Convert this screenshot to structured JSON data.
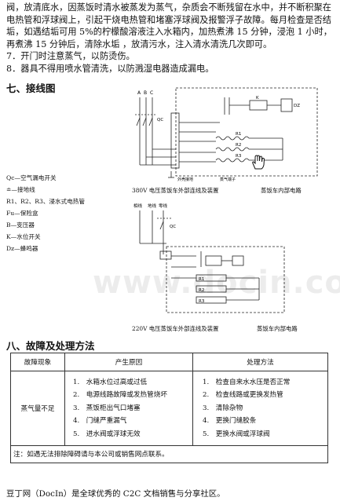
{
  "instructions": {
    "line_1": "阀，放清底水，因蒸饭时清水被蒸发为蒸气，杂质会不断残留在水中，并不断积聚在电热管和浮球阀上，引起干烧电热管和堵塞浮球阀及报警浮子故障。每月检查是否结垢，如遇结垢可用 5%的柠檬酸溶液注入水箱内，加热煮沸 15 分钟，浸泡 1 小时，再煮沸 15 分钟后，清除水垢 ，放清污水，注入清水清洗几次即可。",
    "item_7": "7．开门时注意蒸气，以防烫伤。",
    "item_8": "8．器具不得用喷水管清洗，以防溅湿电器造成漏电。"
  },
  "wiring": {
    "heading": "七、接线图",
    "legend": [
      "Qc—空气漏电开关",
      "≐—接地线",
      "R1、R2、R3、浸水式电热管",
      "Fu—保险盒",
      "B—变压器",
      "K—水位开关",
      "Dz—蜂鸣器"
    ],
    "diagram1": {
      "phase_labels": [
        "A",
        "B",
        "C"
      ],
      "qc": "QC",
      "r1": "R1",
      "r2": "R2",
      "r3": "R3",
      "k": "K",
      "dz": "DZ",
      "ground_label": "外壳接地",
      "terminal_label": "蒸气端子",
      "caption_left": "380V 电压蒸饭车外部连线及装置",
      "caption_right": "蒸饭车内部电路"
    },
    "diagram2": {
      "top_labels": [
        "相线",
        "地线",
        "零线"
      ],
      "qc": "QC",
      "r1": "R1",
      "r2": "R2",
      "r3": "R3",
      "caption_left": "220V 电压蒸饭车外部连线及装置",
      "caption_right": "蒸饭车内部电路"
    }
  },
  "watermark": "www.docin.com",
  "troubleshooting": {
    "heading": "八、故障及处理方法",
    "headers": [
      "故障现象",
      "产生原因",
      "处理方法"
    ],
    "symptom": "蒸气量不足",
    "reasons": [
      "1.　水箱水位过高或过低",
      "2.　电源线路故障或发热管烧坏",
      "3.　蒸饭柜出气口堵塞",
      "4.　门缝严重漏气",
      "5.　进水阀或浮球无效"
    ],
    "methods": [
      "1.　检查自来水水压是否正常",
      "2.　检查线路或更换发热管",
      "3.　清除杂物",
      "4.　更换门缝胶条",
      "5.　更换水阀或浮球阀"
    ],
    "note": "注：如遇无法排除障碍请与本公司或销售网点联系。"
  },
  "footer": "豆丁网（DocIn）是全球优秀的 C2C 文档销售与分享社区。"
}
